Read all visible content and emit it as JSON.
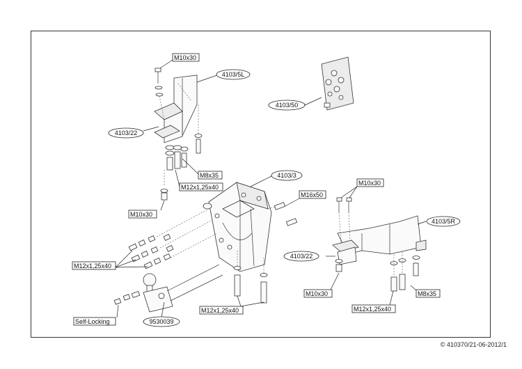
{
  "labels": {
    "m10x30_a": "M10x30",
    "p4103_5l": "4103/5L",
    "p4103_50": "4103/50",
    "p4103_22_a": "4103/22",
    "m8x35_a": "M8x35",
    "m12_a": "M12x1,25x40",
    "m10x30_b": "M10x30",
    "p4103_3": "4103/3",
    "m16x50": "M16x50",
    "m10x30_c": "M10x30",
    "p4103_5r": "4103/5R",
    "m12_b": "M12x1,25x40",
    "p4103_22_b": "4103/22",
    "m10x30_d": "M10x30",
    "m8x35_b": "M8x35",
    "m12_c": "M12x1,25x40",
    "m12_d": "M12x1,25x40",
    "self_locking": "Self-Locking",
    "p9530039": "9530039"
  },
  "footer": {
    "copyright": "© 410370/21-06-2012/1"
  }
}
